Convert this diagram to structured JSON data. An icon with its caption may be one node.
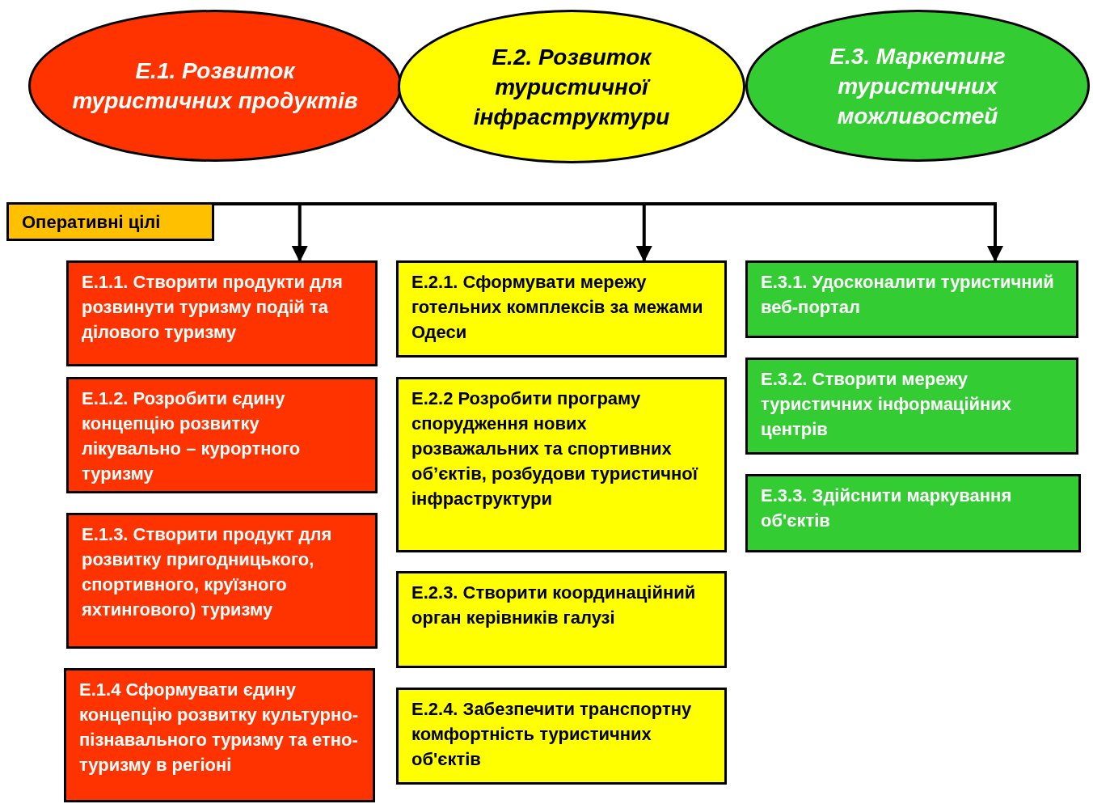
{
  "diagram": {
    "nodes": [
      {
        "text": [
          "Е.1. Розвиток туристичних продуктів"
        ]
      },
      {
        "text": [
          "Е.2. Розвиток туристичної інфраструктури"
        ]
      },
      {
        "text": [
          "Е.3. Маркетинг туристичних можливостей"
        ]
      },
      {
        "text": [
          "Оперативні цілі"
        ]
      },
      {
        "text": [
          "Е.1.1. Створити продукти для розвинути туризму подій та ділового туризму"
        ]
      },
      {
        "text": [
          "Е.1.2. Розробити єдину концепцію розвитку лікувально – курортного туризму"
        ]
      },
      {
        "text": [
          "Е.1.3. Створити продукт для розвитку пригодницького, спортивного, круїзного яхтингового) туризму"
        ]
      },
      {
        "text": [
          "Е.1.4 Сформувати єдину концепцію розвитку культурно-пізнавального туризму та етно-туризму в регіоні"
        ]
      },
      {
        "text": [
          "Е.2.1. Сформувати мережу готельних комплексів за межами Одеси"
        ]
      },
      {
        "text": [
          "Е.2.2 Розробити програму спорудження нових розважальних та спортивних об’єктів, розбудови туристичної інфраструктури"
        ]
      },
      {
        "text": [
          "Е.2.3. Створити координаційний орган керівників галузі"
        ]
      },
      {
        "text": [
          "Е.2.4. Забезпечити транспортну комфортність туристичних об'єктів"
        ]
      },
      {
        "text": [
          "Е.3.1. Удосконалити туристичний веб-портал"
        ]
      },
      {
        "text": [
          "Е.3.2. Створити мережу туристичних інформаційних центрів"
        ]
      },
      {
        "text": [
          "Е.3.3. Здійснити маркування об'єктів"
        ]
      }
    ],
    "edges": [
      {
        "from": 3,
        "to": 4,
        "arrow": "to"
      },
      {
        "from": 3,
        "to": 8,
        "arrow": "to"
      },
      {
        "from": 3,
        "to": 12,
        "arrow": "to"
      }
    ]
  }
}
